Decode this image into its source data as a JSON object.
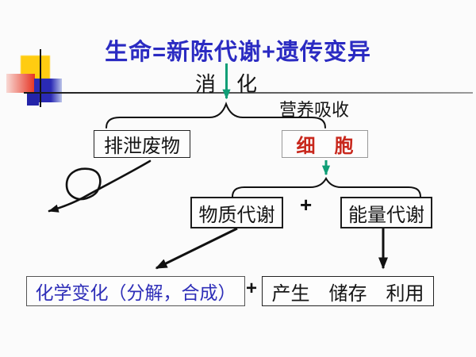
{
  "slide": {
    "title": "生命=新陈代谢+遗传变异",
    "flow": {
      "digestion_label": "消　化",
      "nutrient_label": "营养吸收",
      "excretion_box": "排泄废物",
      "cell_box": "细　胞",
      "material_box": "物质代谢",
      "plus_middle": "+",
      "energy_box": "能量代谢",
      "chemical_box": "化学变化（分解，合成）",
      "plus_bottom": "+",
      "usage_box": "产生　储存　利用"
    },
    "shapes": {
      "green_arrow_top": "teal-down-arrow",
      "green_arrow_cell": "teal-down-arrow",
      "brace_top": "upward-curly-brace",
      "brace_cell": "upward-curly-brace",
      "doodle": "freehand-arrow-with-loop",
      "material_arrow": "diagonal-black-arrow",
      "energy_arrow": "vertical-black-arrow"
    },
    "colors": {
      "title_blue": "#2b2bc2",
      "cell_red": "#c8271c",
      "chemical_blue": "#2e2eb8",
      "arrow_green": "#0f9e76",
      "line_dark": "#1a1a1a",
      "deco_yellow": "#ffcc11",
      "deco_red": "#e63322",
      "deco_blue": "#2a2ab5"
    }
  }
}
